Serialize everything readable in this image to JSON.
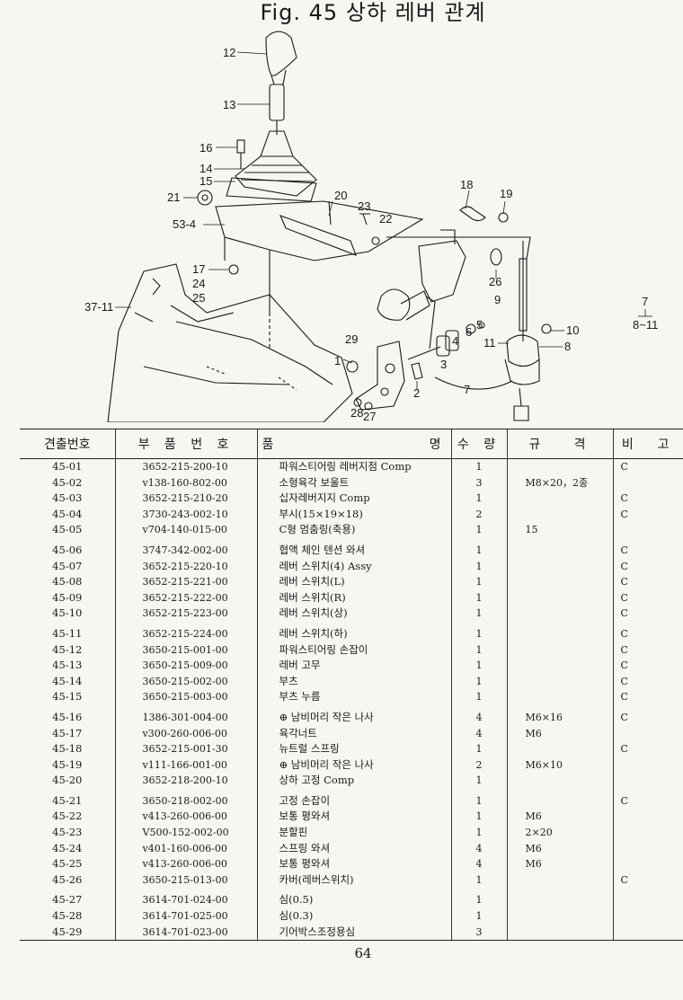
{
  "page": {
    "title": "Fig. 45  상하 레버 관계",
    "number": "64"
  },
  "diagram": {
    "labels": {
      "l12": "12",
      "l13": "13",
      "l16": "16",
      "l14": "14",
      "l15": "15",
      "l21": "21",
      "l53_4": "53-4",
      "l20": "20",
      "l23": "23",
      "l22": "22",
      "l18": "18",
      "l19": "19",
      "l26": "26",
      "l17": "17",
      "l24": "24",
      "l25": "25",
      "l37_11": "37-11",
      "l9": "9",
      "l5": "5",
      "l6": "6",
      "l4": "4",
      "l3": "3",
      "l29": "29",
      "l1": "1",
      "l2": "2",
      "l7": "7",
      "l10": "10",
      "l8": "8",
      "l11": "11",
      "l28": "28",
      "l27": "27",
      "kit_num": "7",
      "kit_range": "8~11"
    }
  },
  "table": {
    "headers": [
      "견출번호",
      "부 품 번 호",
      "품                명",
      "수 량",
      "규   격",
      "비  고"
    ],
    "rows": [
      {
        "no": "45-01",
        "part": "3652-215-200-10",
        "name": "파워스티어링 레버지점 Comp",
        "qty": "1",
        "spec": "",
        "note": "C"
      },
      {
        "no": "45-02",
        "part": "v138-160-802-00",
        "name": "소형육각 보울트",
        "qty": "3",
        "spec": "M8×20，2종",
        "note": ""
      },
      {
        "no": "45-03",
        "part": "3652-215-210-20",
        "name": "십자레버지지 Comp",
        "qty": "1",
        "spec": "",
        "note": "C"
      },
      {
        "no": "45-04",
        "part": "3730-243-002-10",
        "name": "부시(15×19×18)",
        "qty": "2",
        "spec": "",
        "note": "C"
      },
      {
        "no": "45-05",
        "part": "v704-140-015-00",
        "name": "C형 멈춤링(축용)",
        "qty": "1",
        "spec": "15",
        "note": ""
      },
      {
        "no": "45-06",
        "part": "3747-342-002-00",
        "name": "협액 체인 텐션 와셔",
        "qty": "1",
        "spec": "",
        "note": "C"
      },
      {
        "no": "45-07",
        "part": "3652-215-220-10",
        "name": "레버 스위치(4) Assy",
        "qty": "1",
        "spec": "",
        "note": "C"
      },
      {
        "no": "45-08",
        "part": "3652-215-221-00",
        "name": "레버 스위치(L)",
        "qty": "1",
        "spec": "",
        "note": "C"
      },
      {
        "no": "45-09",
        "part": "3652-215-222-00",
        "name": "레버 스위치(R)",
        "qty": "1",
        "spec": "",
        "note": "C"
      },
      {
        "no": "45-10",
        "part": "3652-215-223-00",
        "name": "레버 스위치(상)",
        "qty": "1",
        "spec": "",
        "note": "C"
      },
      {
        "no": "45-11",
        "part": "3652-215-224-00",
        "name": "레버 스위치(하)",
        "qty": "1",
        "spec": "",
        "note": "C"
      },
      {
        "no": "45-12",
        "part": "3650-215-001-00",
        "name": "파워스티어링 손잡이",
        "qty": "1",
        "spec": "",
        "note": "C"
      },
      {
        "no": "45-13",
        "part": "3650-215-009-00",
        "name": "레버 고무",
        "qty": "1",
        "spec": "",
        "note": "C"
      },
      {
        "no": "45-14",
        "part": "3650-215-002-00",
        "name": "부츠",
        "qty": "1",
        "spec": "",
        "note": "C"
      },
      {
        "no": "45-15",
        "part": "3650-215-003-00",
        "name": "부츠 누름",
        "qty": "1",
        "spec": "",
        "note": "C"
      },
      {
        "no": "45-16",
        "part": "1386-301-004-00",
        "name": "⊕ 남비머리 작은 나사",
        "qty": "4",
        "spec": "M6×16",
        "note": "C"
      },
      {
        "no": "45-17",
        "part": "v300-260-006-00",
        "name": "육각너트",
        "qty": "4",
        "spec": "M6",
        "note": ""
      },
      {
        "no": "45-18",
        "part": "3652-215-001-30",
        "name": "뉴트럴 스프링",
        "qty": "1",
        "spec": "",
        "note": "C"
      },
      {
        "no": "45-19",
        "part": "v111-166-001-00",
        "name": "⊕ 남비머리 작은 나사",
        "qty": "2",
        "spec": "M6×10",
        "note": ""
      },
      {
        "no": "45-20",
        "part": "3652-218-200-10",
        "name": "상하 고정 Comp",
        "qty": "1",
        "spec": "",
        "note": ""
      },
      {
        "no": "45-21",
        "part": "3650-218-002-00",
        "name": "고정 손잡이",
        "qty": "1",
        "spec": "",
        "note": "C"
      },
      {
        "no": "45-22",
        "part": "v413-260-006-00",
        "name": "보통 평와셔",
        "qty": "1",
        "spec": "M6",
        "note": ""
      },
      {
        "no": "45-23",
        "part": "V500-152-002-00",
        "name": "분할핀",
        "qty": "1",
        "spec": "2×20",
        "note": ""
      },
      {
        "no": "45-24",
        "part": "v401-160-006-00",
        "name": "스프링 와셔",
        "qty": "4",
        "spec": "M6",
        "note": ""
      },
      {
        "no": "45-25",
        "part": "v413-260-006-00",
        "name": "보통 평와셔",
        "qty": "4",
        "spec": "M6",
        "note": ""
      },
      {
        "no": "45-26",
        "part": "3650-215-013-00",
        "name": "카버(레버스위치)",
        "qty": "1",
        "spec": "",
        "note": "C"
      },
      {
        "no": "45-27",
        "part": "3614-701-024-00",
        "name": "심(0.5)",
        "qty": "1",
        "spec": "",
        "note": ""
      },
      {
        "no": "45-28",
        "part": "3614-701-025-00",
        "name": "심(0.3)",
        "qty": "1",
        "spec": "",
        "note": ""
      },
      {
        "no": "45-29",
        "part": "3614-701-023-00",
        "name": "기어박스조정용심",
        "qty": "3",
        "spec": "",
        "note": ""
      }
    ]
  }
}
